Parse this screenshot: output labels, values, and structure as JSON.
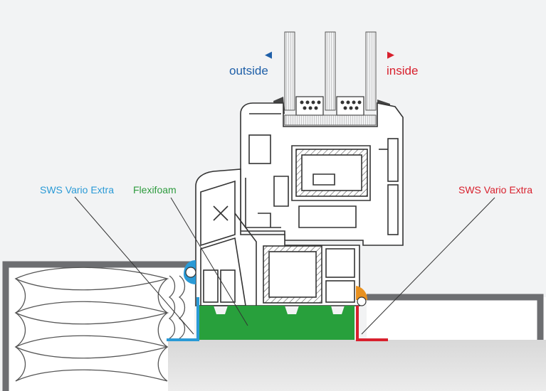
{
  "labels": {
    "outside": "outside",
    "inside": "inside",
    "left_tape": "SWS Vario Extra",
    "foam": "Flexifoam",
    "right_tape": "SWS Vario Extra"
  },
  "icons": {
    "outside_arrow": "triangle-left",
    "inside_arrow": "triangle-right"
  },
  "colors": {
    "outside": "#1f5fa8",
    "inside": "#d8202d",
    "left_tape": "#2a9ad6",
    "foam": "#2e9b3e",
    "right_tape": "#d8202d",
    "foam_fill": "#28a03c",
    "wall": "#6d6e71",
    "orange_seal": "#e8901e"
  }
}
